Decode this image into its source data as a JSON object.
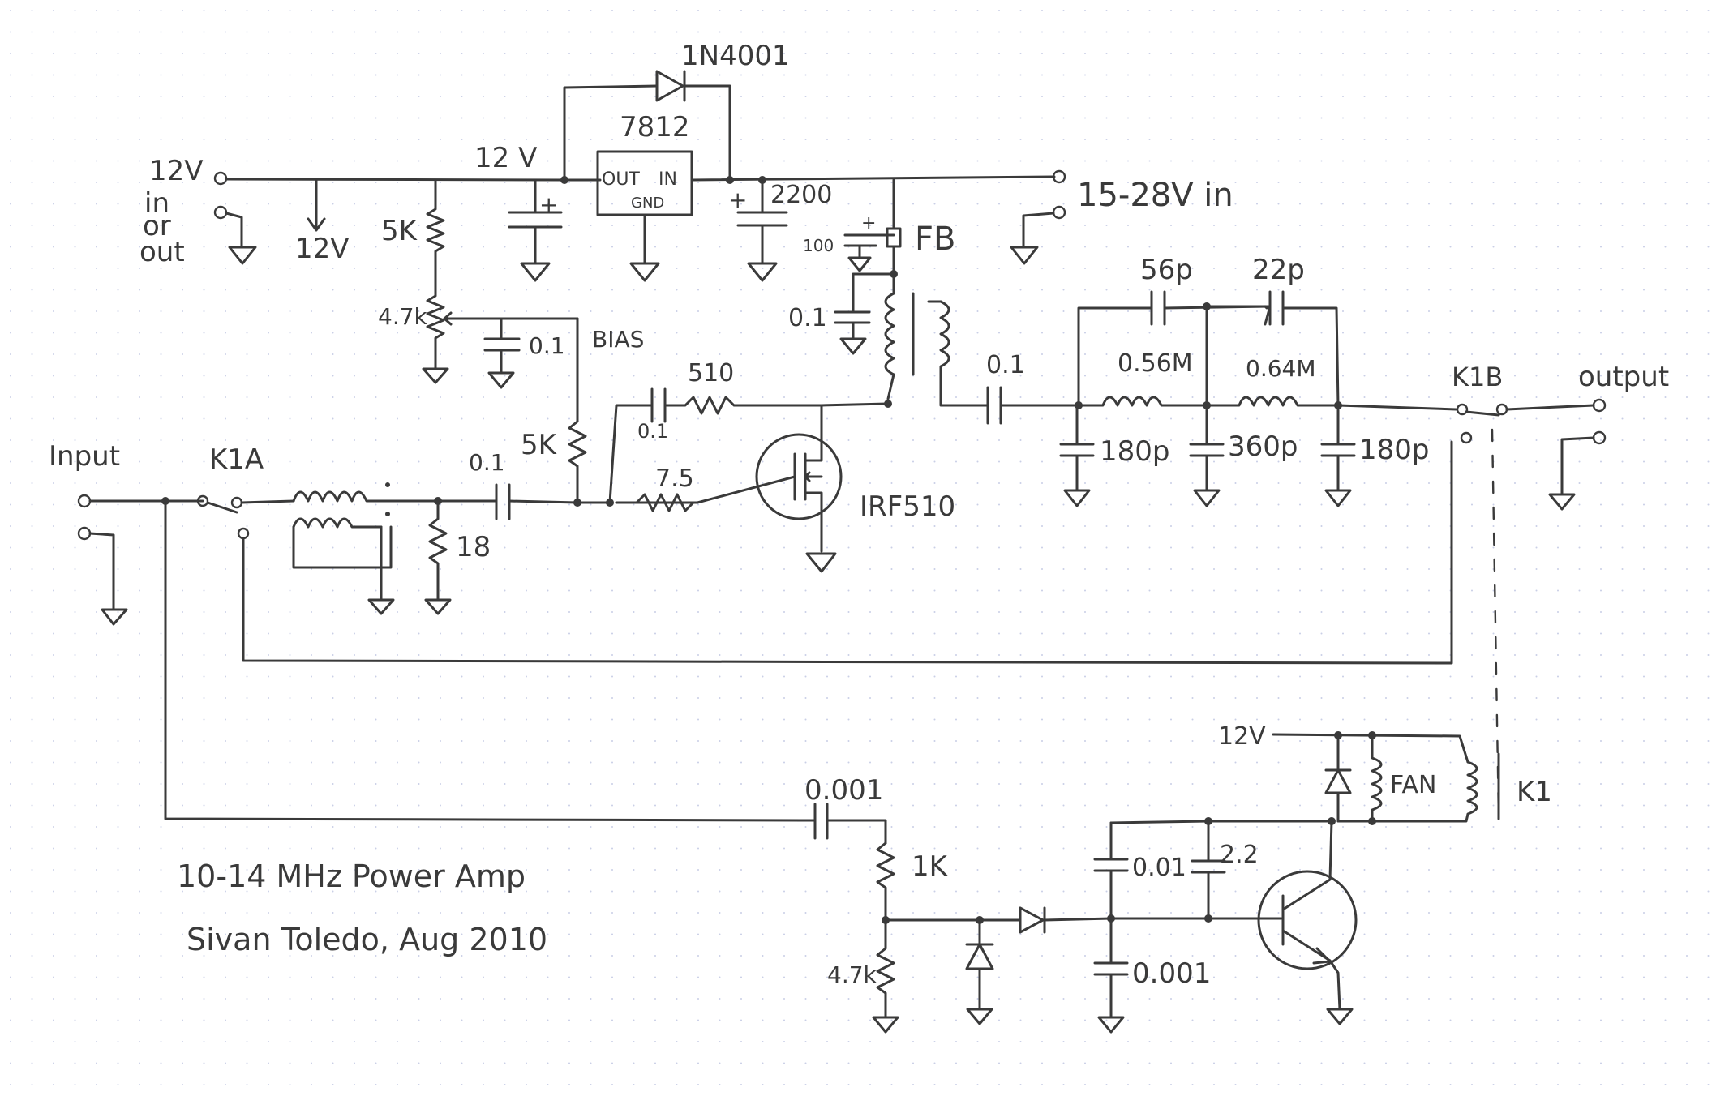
{
  "diagram": {
    "title_line1": "10-14 MHz Power Amp",
    "title_line2": "Sivan Toledo, Aug 2010",
    "diode_top": "1N4001",
    "regulator": "7812",
    "reg_out": "OUT",
    "reg_in": "IN",
    "reg_gnd": "GND",
    "plus": "+",
    "v12": "12V",
    "v12_top": "12 V",
    "v12_left": "12V",
    "in_or_out_1": "in",
    "in_or_out_2": "or",
    "in_or_out_3": "out",
    "supply_in": "15-28V in",
    "r_5k": "5K",
    "r_4_7k": "4.7k",
    "c_01_bias": "0.1",
    "bias": "BIAS",
    "c_2200": "2200",
    "c_100": "100",
    "fb": "FB",
    "c_01_fb": "0.1",
    "c_56p": "56p",
    "c_22p": "22p",
    "l_056": "0.56M",
    "l_064": "0.64M",
    "c_180p_a": "180p",
    "c_360p": "360p",
    "c_180p_b": "180p",
    "c_01_out": "0.1",
    "k1b": "K1B",
    "output": "output",
    "r_510": "510",
    "c_01_gate": "0.1",
    "r_7_5": "7.5",
    "r_5k_gate": "5K",
    "mosfet": "IRF510",
    "input": "Input",
    "k1a": "K1A",
    "c_01_in": "0.1",
    "r_18": "18",
    "v12_fan": "12V",
    "fan": "FAN",
    "k1": "K1",
    "c_0001_top": "0.001",
    "r_1k": "1K",
    "r_4_7k_b": "4.7k",
    "c_001": "0.01",
    "c_2_2": "2.2",
    "c_0001_bot": "0.001"
  }
}
